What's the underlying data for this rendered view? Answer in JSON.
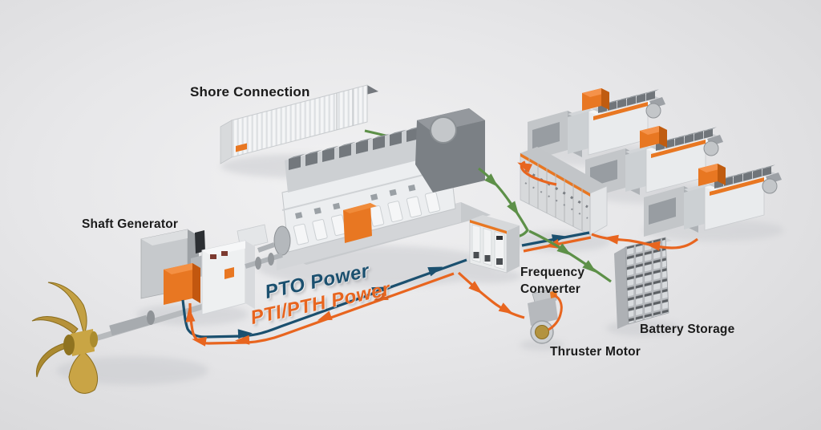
{
  "diagram": {
    "type": "isometric-schematic",
    "subject": "hybrid marine propulsion power system",
    "labels": {
      "shore_connection": "Shore Connection",
      "shaft_generator": "Shaft Generator",
      "pto_power": "PTO Power",
      "pti_pth_power": "PTI/PTH Power",
      "frequency_converter_line1": "Frequency",
      "frequency_converter_line2": "Converter",
      "battery_storage": "Battery Storage",
      "thruster_motor": "Thruster Motor"
    },
    "colors": {
      "pto_line": "#1b506f",
      "pti_line": "#e8651f",
      "shore_line": "#5d9048",
      "accent_orange": "#e87722",
      "label_text": "#1b1b1b",
      "background": "#e7e7e9",
      "machinery_light": "#eceef0",
      "machinery_mid": "#c6c9cc",
      "machinery_dark": "#75797e",
      "propeller_gold": "#c3a043"
    },
    "components": [
      "propeller",
      "propeller-shaft",
      "shaft-generator",
      "reduction-gearbox",
      "main-engine",
      "shore-connection-container",
      "main-switchboard",
      "genset-1",
      "genset-2",
      "genset-3",
      "frequency-converter",
      "battery-storage",
      "thruster-motor"
    ],
    "flows": [
      {
        "label": "PTO Power",
        "color": "#1b506f"
      },
      {
        "label": "PTI/PTH Power",
        "color": "#e8651f"
      }
    ]
  }
}
